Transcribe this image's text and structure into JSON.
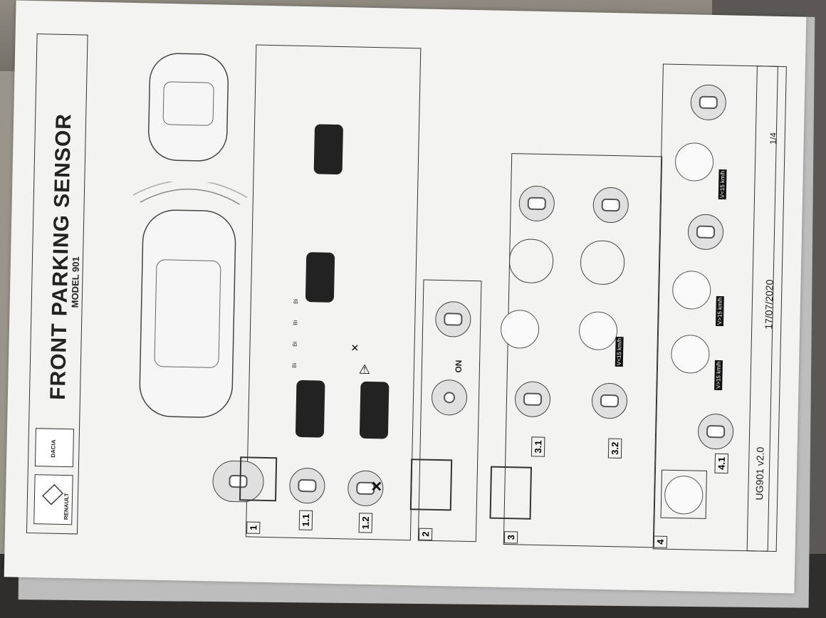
{
  "document": {
    "title": "FRONT PARKING SENSOR",
    "subtitle": "MODEL 901",
    "brand_renault": "RENAULT",
    "brand_dacia": "DACIA",
    "version": "UG901 v2.0",
    "date": "17/07/2020",
    "page": "1/4"
  },
  "sections": {
    "s1": "1",
    "s1_1": "1.1",
    "s1_2": "1.2",
    "s2": "2",
    "s2_on": "ON",
    "s3": "3",
    "s3_1": "3.1",
    "s3_2": "3.2",
    "s4": "4",
    "s4_1": "4.1"
  },
  "speed_labels": {
    "lt15": "V<15 km/h",
    "gt15": "V>15 km/h",
    "kmh": "km/h"
  },
  "beeps": [
    "Bi",
    "Bi",
    "Bi",
    "Bi"
  ],
  "icons": [
    "renault-logo-icon",
    "dacia-logo-icon",
    "car-top-view-icon",
    "sensor-button-icon",
    "speedometer-icon",
    "ignition-icon",
    "hand-press-icon",
    "warning-icon",
    "mute-icon"
  ]
}
